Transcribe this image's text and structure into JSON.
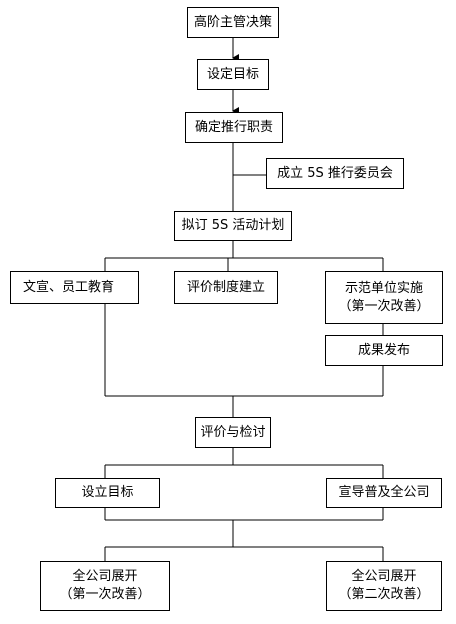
{
  "nodes": {
    "decision": "高阶主管决策",
    "set_goal": "设定目标",
    "confirm_duty": "确定推行职责",
    "committee": "成立 5S 推行委员会",
    "plan": "拟订 5S 活动计划",
    "education": "文宣、员工教育",
    "evaluation_system": "评价制度建立",
    "pilot_line1": "示范单位实施",
    "pilot_line2": "（第一次改善）",
    "results": "成果发布",
    "evaluate_check": "评价与检讨",
    "set_goal2": "设立目标",
    "promote": "宣导普及全公司",
    "expand1_line1": "全公司展开",
    "expand1_line2": "（第一次改善）",
    "expand2_line1": "全公司展开",
    "expand2_line2": "（第二次改善）"
  }
}
